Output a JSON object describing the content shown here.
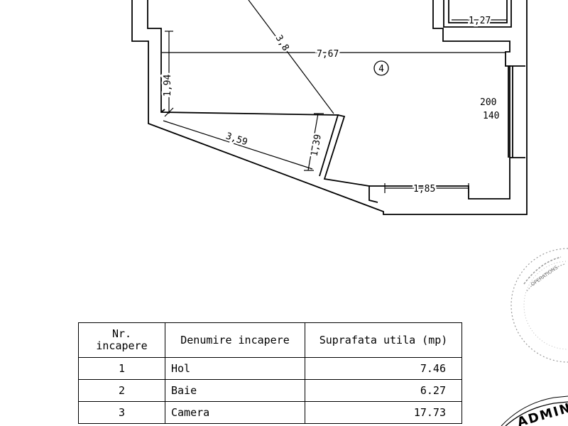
{
  "plan": {
    "room_number": "4",
    "dimensions": {
      "width_top": "7,67",
      "diagonal": "3,8",
      "left_height": "1,94",
      "slant_wall": "3,59",
      "niche_depth": "1,39",
      "bottom_segment": "1,85",
      "top_right": "1,27"
    },
    "window_label": {
      "line1": "200",
      "line2": "140"
    }
  },
  "stamp": {
    "text_top": "OPERATIONS",
    "text_side": "ADMINI"
  },
  "table": {
    "headers": {
      "nr": "Nr. incapere",
      "name": "Denumire incapere",
      "area": "Suprafata utila (mp)"
    },
    "rows": [
      {
        "nr": "1",
        "name": "Hol",
        "area": "7.46"
      },
      {
        "nr": "2",
        "name": "Baie",
        "area": "6.27"
      },
      {
        "nr": "3",
        "name": "Camera",
        "area": "17.73"
      }
    ]
  }
}
